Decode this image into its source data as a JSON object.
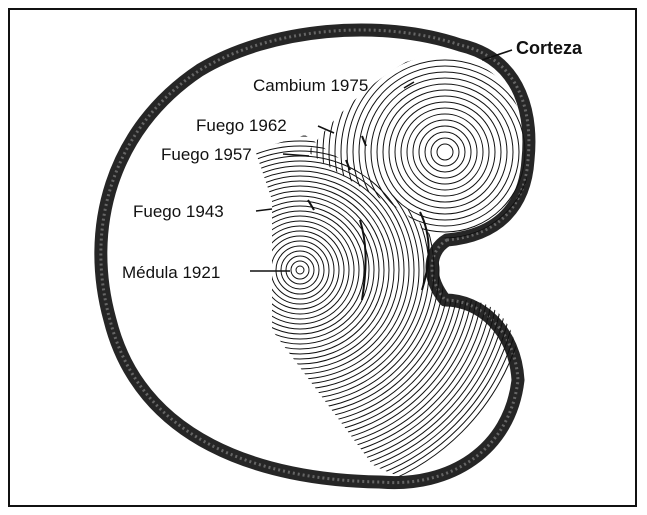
{
  "colors": {
    "bark": "#262626",
    "rings": "#111111",
    "background": "#ffffff",
    "labels": "#111111"
  },
  "labels": {
    "bark": "Corteza",
    "cambium": "Cambium 1975",
    "fire_1962": "Fuego 1962",
    "fire_1957": "Fuego 1957",
    "fire_1943": "Fuego 1943",
    "pith": "Médula 1921"
  }
}
